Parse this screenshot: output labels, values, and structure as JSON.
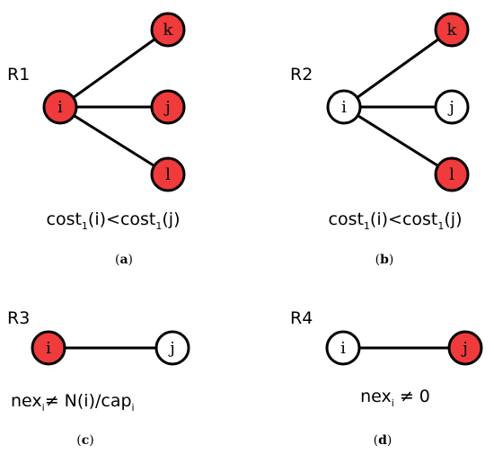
{
  "colors": {
    "active": "#ef3b3b",
    "inactive": "#ffffff",
    "stroke": "#000000"
  },
  "panels": [
    {
      "rule": "R1",
      "caption": {
        "open": "(",
        "letter": "a",
        "close": ")"
      },
      "nodes": [
        {
          "id": "i",
          "label": "i",
          "active": true
        },
        {
          "id": "k",
          "label": "k",
          "active": true
        },
        {
          "id": "j",
          "label": "j",
          "active": true
        },
        {
          "id": "l",
          "label": "l",
          "active": true
        }
      ],
      "edges": [
        [
          "i",
          "k"
        ],
        [
          "i",
          "j"
        ],
        [
          "i",
          "l"
        ]
      ],
      "condition": {
        "t1": "cost",
        "s1": "1",
        "t2": "(i)<cost",
        "s2": "1",
        "t3": "(j)"
      }
    },
    {
      "rule": "R2",
      "caption": {
        "open": "(",
        "letter": "b",
        "close": ")"
      },
      "nodes": [
        {
          "id": "i",
          "label": "i",
          "active": false
        },
        {
          "id": "k",
          "label": "k",
          "active": true
        },
        {
          "id": "j",
          "label": "j",
          "active": false
        },
        {
          "id": "l",
          "label": "l",
          "active": true
        }
      ],
      "edges": [
        [
          "i",
          "k"
        ],
        [
          "i",
          "j"
        ],
        [
          "i",
          "l"
        ]
      ],
      "condition": {
        "t1": "cost",
        "s1": "1",
        "t2": "(i)<cost",
        "s2": "1",
        "t3": "(j)"
      }
    },
    {
      "rule": "R3",
      "caption": {
        "open": "(",
        "letter": "c",
        "close": ")"
      },
      "nodes": [
        {
          "id": "i",
          "label": "i",
          "active": true
        },
        {
          "id": "j",
          "label": "j",
          "active": false
        }
      ],
      "edges": [
        [
          "i",
          "j"
        ]
      ],
      "condition": {
        "t1": "nex",
        "s1": "i",
        "t2": "≠  N(i)/cap",
        "s2": "i",
        "t3": ""
      }
    },
    {
      "rule": "R4",
      "caption": {
        "open": "(",
        "letter": "d",
        "close": ")"
      },
      "nodes": [
        {
          "id": "i",
          "label": "i",
          "active": false
        },
        {
          "id": "j",
          "label": "j",
          "active": true
        }
      ],
      "edges": [
        [
          "i",
          "j"
        ]
      ],
      "condition": {
        "t1": "nex",
        "s1": "i",
        "t2": " ≠ 0",
        "s2": "",
        "t3": ""
      }
    }
  ]
}
